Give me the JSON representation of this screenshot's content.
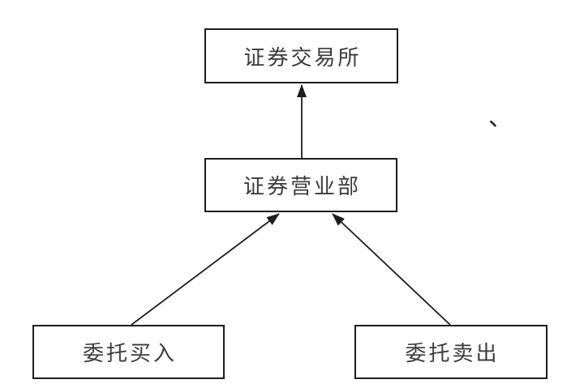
{
  "diagram": {
    "nodes": [
      {
        "id": "exchange",
        "label": "证券交易所"
      },
      {
        "id": "branch",
        "label": "证券营业部"
      },
      {
        "id": "buy",
        "label": "委托买入"
      },
      {
        "id": "sell",
        "label": "委托卖出"
      }
    ],
    "edges": [
      {
        "from": "branch",
        "to": "exchange"
      },
      {
        "from": "buy",
        "to": "branch"
      },
      {
        "from": "sell",
        "to": "branch"
      }
    ],
    "stray_mark": "、",
    "colors": {
      "line": "#1d1d1d",
      "text": "#3b3b3b",
      "background": "#ffffff"
    }
  }
}
